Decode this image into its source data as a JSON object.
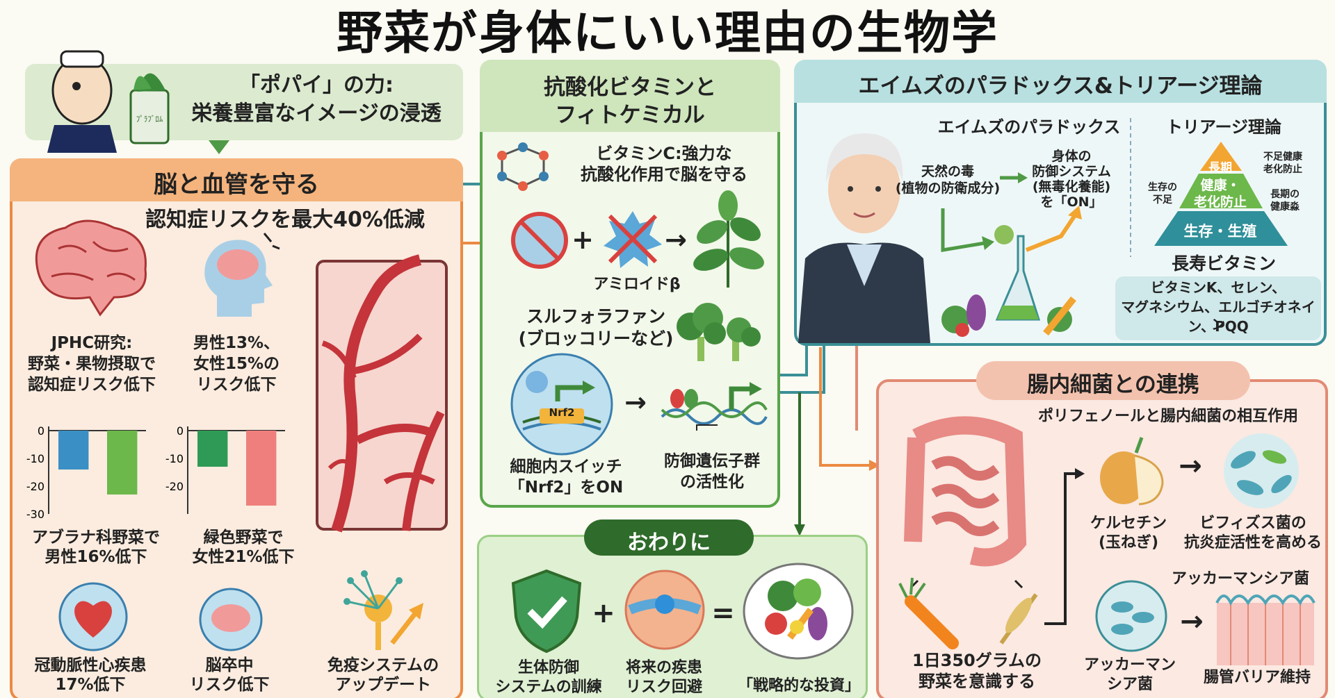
{
  "title": "野菜が身体にいい理由の生物学",
  "popeye": {
    "line1": "「ポパイ」の力:",
    "line2": "栄養豊富なイメージの浸透",
    "can_label": "ﾌﾟﾗﾌﾞﾛﾑ"
  },
  "brain": {
    "header": "脳と血管を守る",
    "subtitle": "認知症リスクを最大40%低減",
    "jphc": [
      "JPHC研究:",
      "野菜・果物摂取で",
      "認知症リスク低下"
    ],
    "gender": [
      "男性13%、",
      "女性15%の",
      "リスク低下"
    ],
    "chart_caption_1": [
      "アブラナ科野菜で",
      "男性16%低下"
    ],
    "chart_caption_2": [
      "緑色野菜で",
      "女性21%低下"
    ],
    "heart": [
      "冠動脈性心疾患",
      "17%低下"
    ],
    "stroke": [
      "脳卒中",
      "リスク低下"
    ],
    "immune": [
      "免疫システムの",
      "アップデート"
    ]
  },
  "chart_data": [
    {
      "type": "bar",
      "categories": [
        "",
        ""
      ],
      "values": [
        -14,
        -23
      ],
      "yticks": [
        "0",
        "-10",
        "-20",
        "-30"
      ],
      "ylim": [
        -30,
        0
      ],
      "colors": [
        "#3a8fc4",
        "#6cb84a"
      ],
      "grid": false
    },
    {
      "type": "bar",
      "categories": [
        "",
        ""
      ],
      "values": [
        -13,
        -27
      ],
      "yticks": [
        "0",
        "-10",
        "-20"
      ],
      "ylim": [
        -30,
        0
      ],
      "colors": [
        "#2f9a55",
        "#ef7f7d"
      ],
      "grid": false
    }
  ],
  "antioxidant": {
    "header": [
      "抗酸化ビタミンと",
      "フィトケミカル"
    ],
    "vitc": [
      "ビタミンC:強力な",
      "抗酸化作用で脳を守る"
    ],
    "amyloid": "アミロイドβ",
    "sulfo": [
      "スルフォラファン",
      "(ブロッコリーなど)"
    ],
    "nrf2_badge": "Nrf2",
    "nrf2": [
      "細胞内スイッチ",
      "「Nrf2」をON"
    ],
    "genes": [
      "防御遺伝子群",
      "の活性化"
    ],
    "plus": "+",
    "arrow": "→"
  },
  "ames": {
    "header": "エイムズのパラドックス&トリアージ理論",
    "paradox_title": "エイムズのパラドックス",
    "toxin": [
      "天然の毒",
      "(植物の防衛成分)"
    ],
    "defense": [
      "身体の",
      "防御システム",
      "(無毒化養能)",
      "を「ON」"
    ],
    "triage_title": "トリアージ理論",
    "tri_top": "長期",
    "tri_mid": [
      "健康・",
      "老化防止"
    ],
    "tri_bot": "生存・生殖",
    "note_right1": [
      "不足健康",
      "老化防止"
    ],
    "note_right2": [
      "長期の",
      "健康淼"
    ],
    "note_left": [
      "生存の",
      "不足"
    ],
    "longevity_title": "長寿ビタミン",
    "longevity": [
      "ビタミンK、セレン、",
      "マグネシウム、エルゴチオネイン",
      "ン、PQQ"
    ]
  },
  "ending": {
    "header": "おわりに",
    "train": [
      "生体防御",
      "システムの訓練"
    ],
    "avoid": [
      "将来の疾患",
      "リスク回避"
    ],
    "invest": "「戦略的な投資」",
    "plus": "+",
    "equals": "="
  },
  "gut": {
    "header": "腸内細菌との連携",
    "subtitle": "ポリフェノールと腸内細菌の相互作用",
    "daily": [
      "1日350グラムの",
      "野菜を意識する"
    ],
    "quercetin": [
      "ケルセチン",
      "(玉ねぎ)"
    ],
    "bifido": [
      "ビフィズス菌の",
      "抗炎症活性を高める"
    ],
    "akk_title": "アッカーマンシア菌",
    "akk_label": [
      "アッカーマン",
      "シア菌"
    ],
    "barrier": "腸管バリア維持"
  },
  "colors": {
    "orange": "#ec8a44",
    "green": "#5aa54a",
    "teal": "#3a8f96",
    "salmon": "#e28a73",
    "dark_green": "#2f6b2a"
  }
}
